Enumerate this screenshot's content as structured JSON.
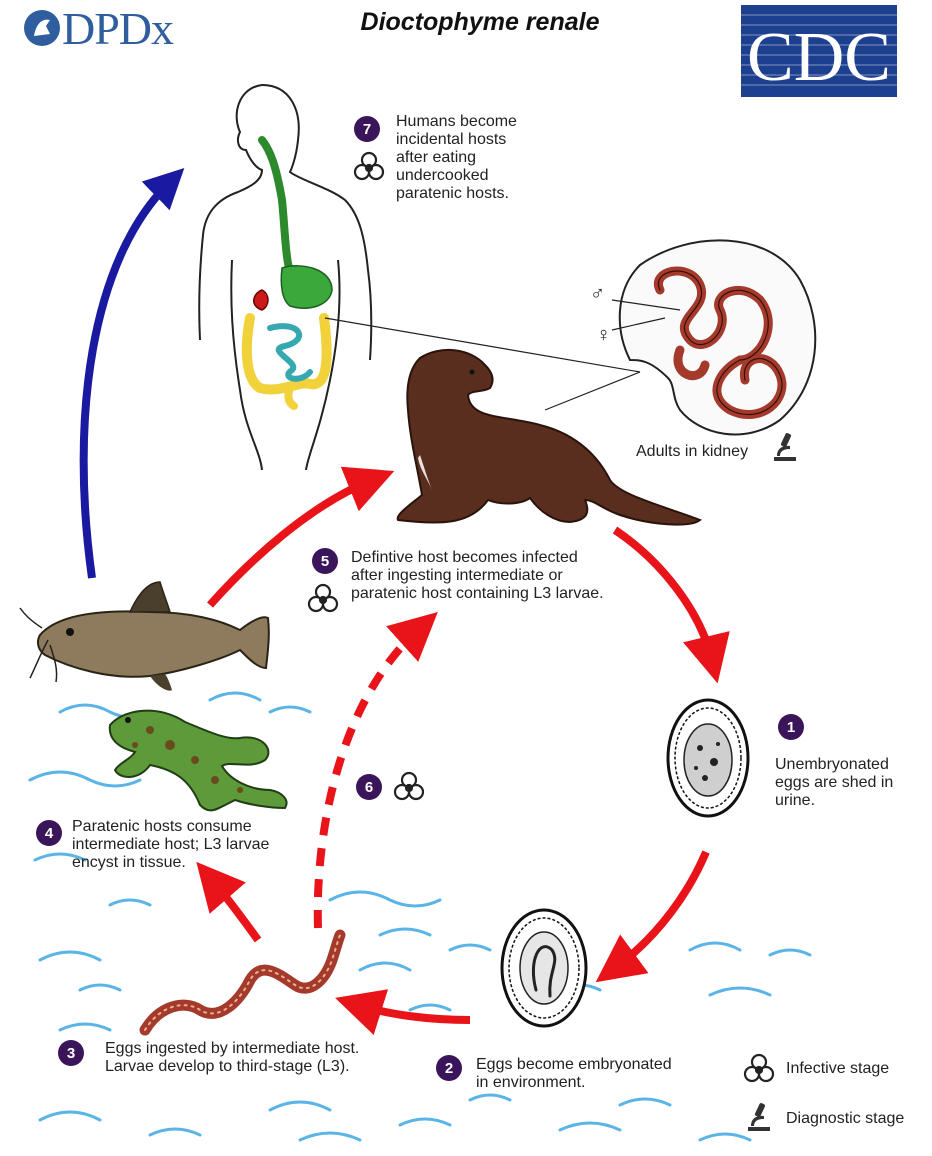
{
  "header": {
    "logo_text": "DPDx",
    "title": "Dioctophyme renale",
    "agency_logo_text": "CDC"
  },
  "steps": [
    {
      "number": "1",
      "text": [
        "Unembryonated",
        "eggs are shed in",
        "urine."
      ]
    },
    {
      "number": "2",
      "text": [
        "Eggs become embryonated",
        "in environment."
      ]
    },
    {
      "number": "3",
      "text": [
        "Eggs ingested by intermediate host.",
        "Larvae develop to third-stage (L3)."
      ]
    },
    {
      "number": "4",
      "text": [
        "Paratenic hosts consume",
        "intermediate host; L3 larvae",
        "encyst in tissue."
      ]
    },
    {
      "number": "5",
      "text": [
        "Defintive host becomes infected",
        "after ingesting intermediate or",
        "paratenic host containing L3 larvae."
      ]
    },
    {
      "number": "6",
      "text": []
    },
    {
      "number": "7",
      "text": [
        "Humans become",
        "incidental hosts",
        "after eating",
        "undercooked",
        "paratenic hosts."
      ]
    }
  ],
  "adults_label": "Adults in kidney",
  "sex_symbols": {
    "male": "♂",
    "female": "♀"
  },
  "legend": [
    {
      "icon": "biohazard-icon",
      "label": "Infective stage"
    },
    {
      "icon": "microscope-icon",
      "label": "Diagnostic stage"
    }
  ],
  "colors": {
    "infective_arrow": "#e8141a",
    "human_arrow": "#1a1aa0",
    "step_badge": "#3b1559",
    "water": "#5ab4e6",
    "worm": "#a33a2c",
    "mink": "#5a2e1f",
    "cdc_blue": "#1d3f8f",
    "dpdx_blue": "#2f5d9e"
  }
}
